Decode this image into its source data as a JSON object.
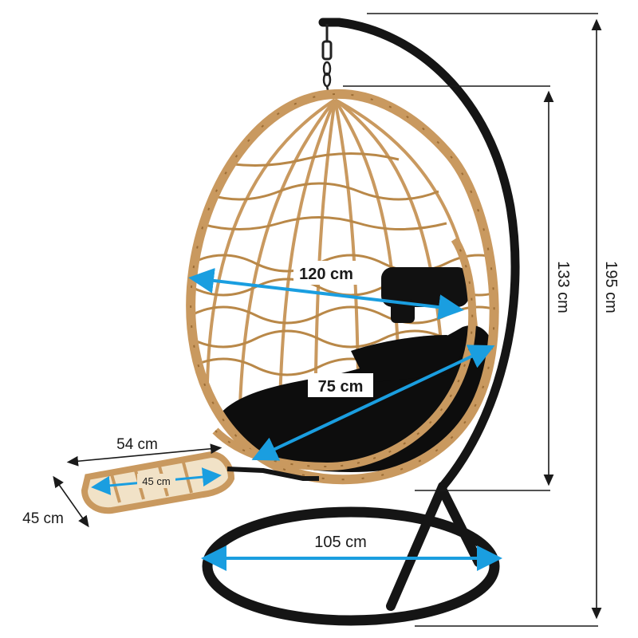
{
  "image": {
    "subject": "hanging egg chair with stand and footrest, dimension diagram"
  },
  "dimensions": {
    "total_height": "195 cm",
    "chair_height": "133 cm",
    "chair_width": "120 cm",
    "seat_depth": "75 cm",
    "base_diameter": "105 cm",
    "footrest_length": "54 cm",
    "footrest_width": "45 cm",
    "footrest_inner": "45 cm"
  },
  "colors": {
    "rattan": "#c9995f",
    "rattan_dark": "#9c6d35",
    "frame": "#151515",
    "cushion": "#0d0d0d",
    "arrow_blue": "#1a9ee0",
    "dim_line": "#1a1a1a"
  }
}
